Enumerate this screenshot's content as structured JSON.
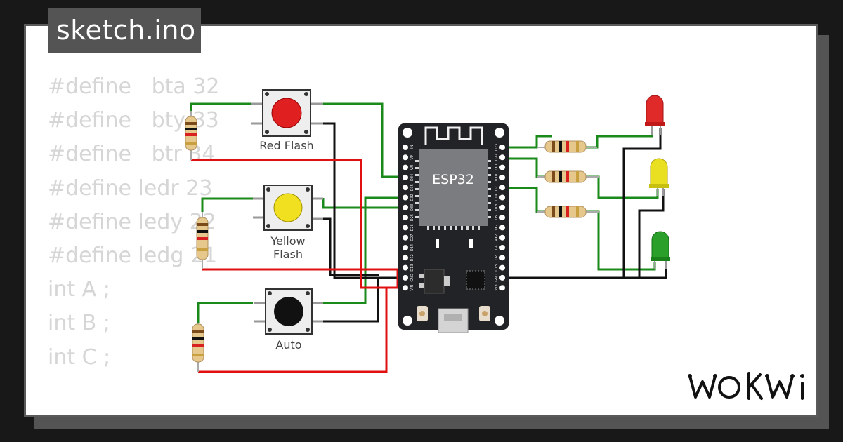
{
  "title": "sketch.ino",
  "code_lines": [
    "#define   bta 32",
    "#define   bty 33",
    "#define   btr 34",
    "#define ledr 23",
    "#define ledy 22",
    "#define ledg 21",
    "int A ;",
    "int B ;",
    "int C ;"
  ],
  "buttons": [
    {
      "label": "Red Flash",
      "cap_color": "#e02020"
    },
    {
      "label": "Yellow",
      "label2": "Flash",
      "cap_color": "#f0e020"
    },
    {
      "label": "Auto",
      "cap_color": "#111111"
    }
  ],
  "board": {
    "label": "ESP32",
    "left_pins": [
      "EN",
      "VP",
      "VN",
      "D34",
      "D35",
      "D32",
      "D33",
      "D25",
      "D26",
      "D27",
      "D14",
      "D12",
      "D13",
      "GND",
      "VIN"
    ],
    "right_pins": [
      "D23",
      "D22",
      "TX0",
      "RX0",
      "D21",
      "D19",
      "D18",
      "D5",
      "TX2",
      "RX2",
      "D4",
      "D2",
      "D15",
      "GND",
      "3V3"
    ]
  },
  "leds": [
    {
      "color": "red",
      "hex": "#e02a2a"
    },
    {
      "color": "yellow",
      "hex": "#e8e020"
    },
    {
      "color": "green",
      "hex": "#2aa02a"
    }
  ],
  "wire_colors": {
    "signal": "#1a8a1a",
    "power": "#e01010",
    "ground": "#111111"
  },
  "brand": "WOKWi"
}
